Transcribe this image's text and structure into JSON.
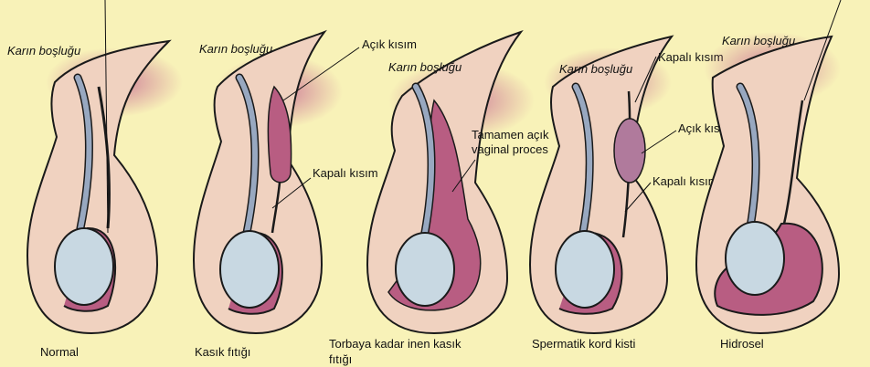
{
  "colors": {
    "background": "#f8f2b8",
    "skin": "#f0d2c0",
    "skin_outline": "#1a1a1a",
    "cord": "#98a8c0",
    "testis": "#c8d8e2",
    "sac": "#b85d82",
    "peritoneum_glow": "#c86a94"
  },
  "panels": [
    {
      "caption": "Normal",
      "labels": {
        "abdomen": "Karın boşluğu"
      }
    },
    {
      "caption": "Kasık fıtığı",
      "labels": {
        "abdomen": "Karın boşluğu",
        "open": "Açık kısım",
        "closed": "Kapalı kısım"
      }
    },
    {
      "caption_lines": [
        "Torbaya kadar inen kasık",
        "fıtığı"
      ],
      "labels": {
        "abdomen": "Karın boşluğu",
        "vaginal_lines": [
          "Tamamen açık",
          "vaginal proces"
        ]
      }
    },
    {
      "caption": "Spermatik kord kisti",
      "labels": {
        "abdomen": "Karın boşluğu",
        "closed_top": "Kapalı kısım",
        "open": "Açık kısım",
        "closed_bottom": "Kapalı kısım"
      }
    },
    {
      "caption": "Hidrosel",
      "labels": {
        "abdomen": "Karın boşluğu"
      }
    }
  ]
}
